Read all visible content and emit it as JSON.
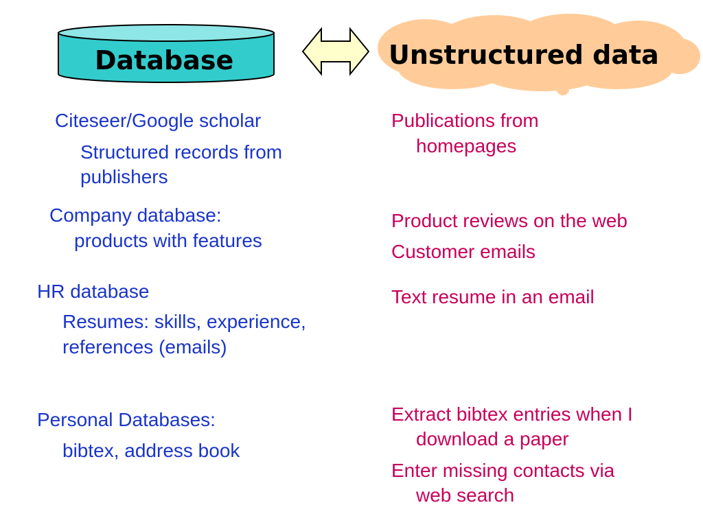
{
  "header": {
    "database_label": "Database",
    "unstructured_label": "Unstructured data"
  },
  "colors": {
    "cylinder_fill": "#33cccc",
    "cylinder_top": "#8fe6e6",
    "arrow_fill": "#ffffcc",
    "cloud_fill": "#ffcc99",
    "left_text": "#1a35c9",
    "right_text": "#c8005a"
  },
  "left_column": [
    {
      "title": "Citeseer/Google scholar",
      "lines": [
        "Structured records from",
        "publishers"
      ]
    },
    {
      "title": "Company database:",
      "lines": [
        "products with features"
      ]
    },
    {
      "title": "HR database",
      "lines": [
        "Resumes: skills, experience,",
        "references (emails)"
      ]
    },
    {
      "title": "Personal  Databases:",
      "lines": [
        "bibtex, address book"
      ]
    }
  ],
  "right_column": [
    {
      "lines": [
        "Publications from",
        "homepages"
      ]
    },
    {
      "lines": [
        "Product reviews on the web"
      ]
    },
    {
      "lines": [
        "Customer emails"
      ]
    },
    {
      "lines": [
        "Text resume in an email"
      ]
    },
    {
      "lines": [
        "Extract bibtex entries when I",
        "download a paper"
      ]
    },
    {
      "lines": [
        "Enter missing contacts via",
        "web search"
      ]
    }
  ]
}
